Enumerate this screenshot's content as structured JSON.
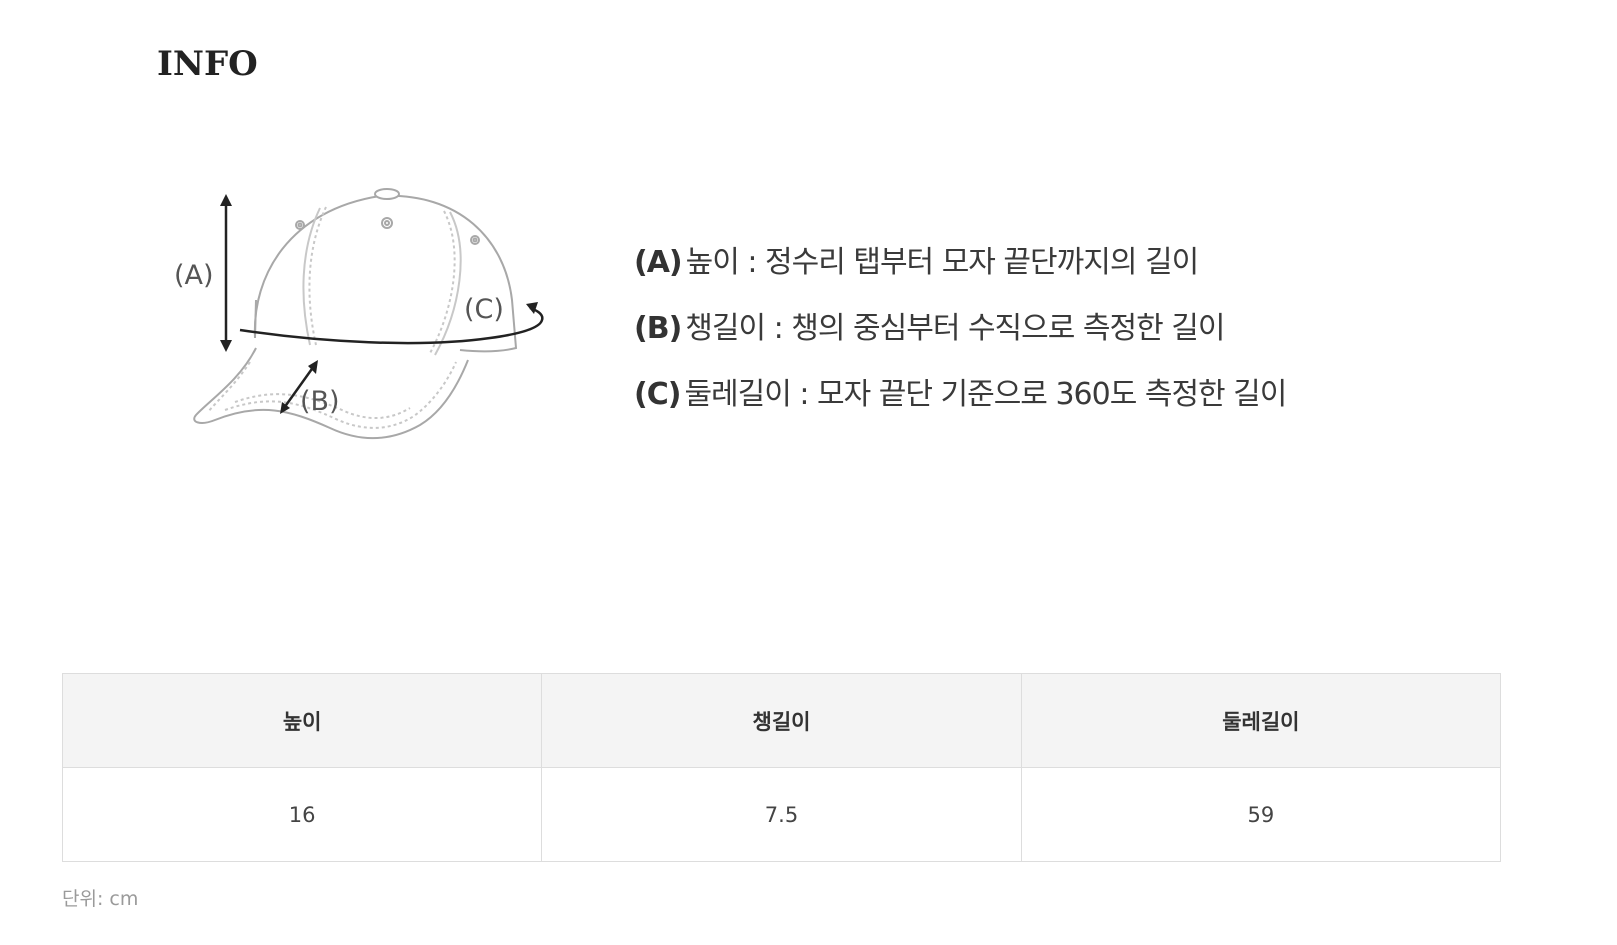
{
  "heading": "INFO",
  "diagram": {
    "label_a": "(A)",
    "label_b": "(B)",
    "label_c": "(C)",
    "icon": "cap-measurement-icon"
  },
  "legend": [
    {
      "key": "(A)",
      "text": "높이 : 정수리 탭부터 모자 끝단까지의 길이"
    },
    {
      "key": "(B)",
      "text": "챙길이 : 챙의 중심부터 수직으로 측정한 길이"
    },
    {
      "key": "(C)",
      "text": "둘레길이 : 모자 끝단 기준으로 360도 측정한 길이"
    }
  ],
  "table": {
    "headers": [
      "높이",
      "챙길이",
      "둘레길이"
    ],
    "rows": [
      [
        "16",
        "7.5",
        "59"
      ]
    ]
  },
  "unit_note": "단위: cm"
}
